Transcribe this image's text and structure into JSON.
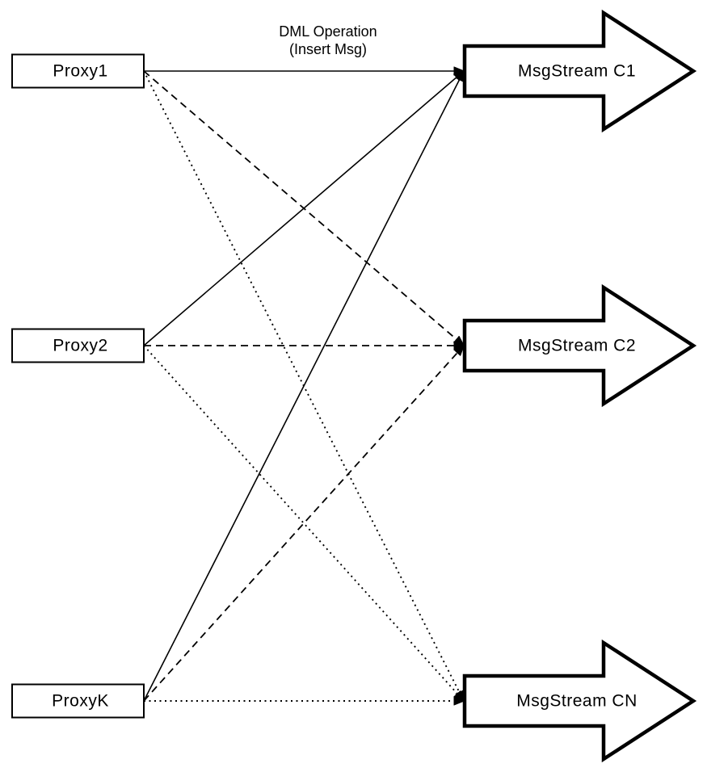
{
  "diagram": {
    "background_color": "#ffffff",
    "stroke_color": "#000000",
    "shape_fill_color": "#ffffff",
    "text_color": "#000000",
    "title": {
      "line1": "DML Operation",
      "line2": "(Insert Msg)"
    },
    "proxies": [
      {
        "id": "proxy1",
        "label": "Proxy1",
        "row": 0
      },
      {
        "id": "proxy2",
        "label": "Proxy2",
        "row": 1
      },
      {
        "id": "proxyk",
        "label": "ProxyK",
        "row": 2
      }
    ],
    "streams": [
      {
        "id": "c1",
        "label": "MsgStream C1",
        "row": 0,
        "incoming_line_style": "solid"
      },
      {
        "id": "c2",
        "label": "MsgStream C2",
        "row": 1,
        "incoming_line_style": "dashed"
      },
      {
        "id": "cn",
        "label": "MsgStream CN",
        "row": 2,
        "incoming_line_style": "dotted"
      }
    ],
    "edges": [
      {
        "from": "proxy1",
        "to": "c1",
        "style": "solid"
      },
      {
        "from": "proxy1",
        "to": "c2",
        "style": "dashed"
      },
      {
        "from": "proxy1",
        "to": "cn",
        "style": "dotted"
      },
      {
        "from": "proxy2",
        "to": "c1",
        "style": "solid"
      },
      {
        "from": "proxy2",
        "to": "c2",
        "style": "dashed"
      },
      {
        "from": "proxy2",
        "to": "cn",
        "style": "dotted"
      },
      {
        "from": "proxyk",
        "to": "c1",
        "style": "solid"
      },
      {
        "from": "proxyk",
        "to": "c2",
        "style": "dashed"
      },
      {
        "from": "proxyk",
        "to": "cn",
        "style": "dotted"
      }
    ]
  }
}
